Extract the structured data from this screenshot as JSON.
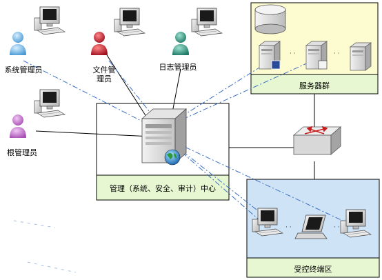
{
  "roles": {
    "system_admin": "系统管理员",
    "file_admin_line1": "文件管",
    "file_admin_line2": "理员",
    "log_admin": "日志管理员",
    "root_admin": "根管理员"
  },
  "zones": {
    "management_center": "管理（系统、安全、审计）中心",
    "server_group": "服务器群",
    "controlled_terminals": "受控终端区"
  },
  "colors": {
    "green_box_fill": "#e6f7d2",
    "green_box_border": "#000000",
    "server_zone_fill": "#fdfbd0",
    "terminal_zone_fill": "#cfe3f7",
    "dash_line": "#3a6fc4",
    "system_admin_color": "#6ab0e0",
    "file_admin_color": "#c0202a",
    "log_admin_color": "#2a8c7a",
    "root_admin_color": "#c070c8"
  },
  "icons": [
    "workstation-icon",
    "person-icon",
    "server-icon",
    "database-icon",
    "router-icon",
    "laptop-icon",
    "globe-icon"
  ]
}
